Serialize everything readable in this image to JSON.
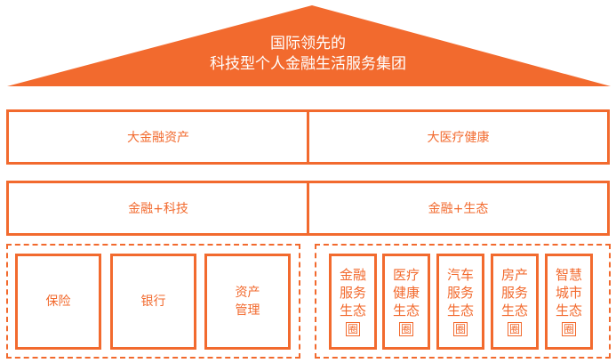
{
  "roof": {
    "line1": "国际领先的",
    "line2": "科技型个人金融生活服务集团",
    "color": "#f26a2e"
  },
  "row1": {
    "left": "大金融资产",
    "right": "大医疗健康"
  },
  "row2": {
    "left": "金融+科技",
    "right": "金融+生态"
  },
  "left_group": {
    "items": [
      {
        "line1": "保险",
        "line2": ""
      },
      {
        "line1": "银行",
        "line2": ""
      },
      {
        "line1": "资产",
        "line2": "管理"
      }
    ]
  },
  "right_group": {
    "items": [
      {
        "l1": "金融",
        "l2": "服务",
        "l3": "生态",
        "l4": "圈"
      },
      {
        "l1": "医疗",
        "l2": "健康",
        "l3": "生态",
        "l4": "圈"
      },
      {
        "l1": "汽车",
        "l2": "服务",
        "l3": "生态",
        "l4": "圈"
      },
      {
        "l1": "房产",
        "l2": "服务",
        "l3": "生态",
        "l4": "圈"
      },
      {
        "l1": "智慧",
        "l2": "城市",
        "l3": "生态",
        "l4": "圈"
      }
    ]
  },
  "accent_color": "#f26a2e"
}
